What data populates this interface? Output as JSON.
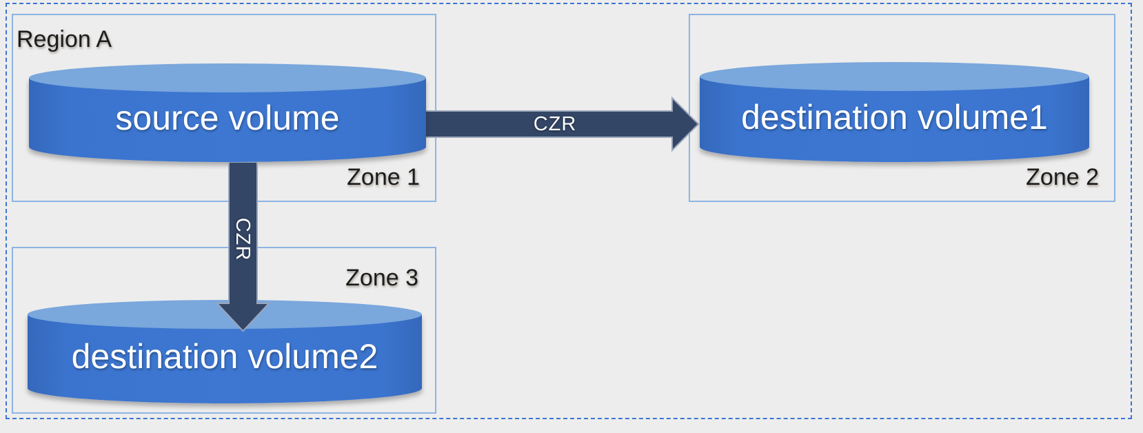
{
  "region": {
    "label": "Region A"
  },
  "zones": [
    {
      "name": "zone-1",
      "label": "Zone 1"
    },
    {
      "name": "zone-2",
      "label": "Zone 2"
    },
    {
      "name": "zone-3",
      "label": "Zone 3"
    }
  ],
  "volumes": [
    {
      "name": "source-volume",
      "label": "source volume",
      "zone": "Zone 1"
    },
    {
      "name": "destination-volume-1",
      "label": "destination volume1",
      "zone": "Zone 2"
    },
    {
      "name": "destination-volume-2",
      "label": "destination volume2",
      "zone": "Zone 3"
    }
  ],
  "arrows": [
    {
      "name": "czr-horizontal",
      "label": "CZR",
      "from": "source volume",
      "to": "destination volume1",
      "direction": "right"
    },
    {
      "name": "czr-vertical",
      "label": "CZR",
      "from": "source volume",
      "to": "destination volume2",
      "direction": "down"
    }
  ],
  "colors": {
    "background": "#ededed",
    "zone_border": "#8db3e2",
    "selection_border": "#3b74d2",
    "cylinder_top": "#7aa7dc",
    "cylinder_body": "#3b74ce",
    "arrow_fill": "#344666",
    "arrow_outline": "#9aa6ba",
    "label_text": "#1c1c1c",
    "volume_label_text": "#ffffff"
  }
}
